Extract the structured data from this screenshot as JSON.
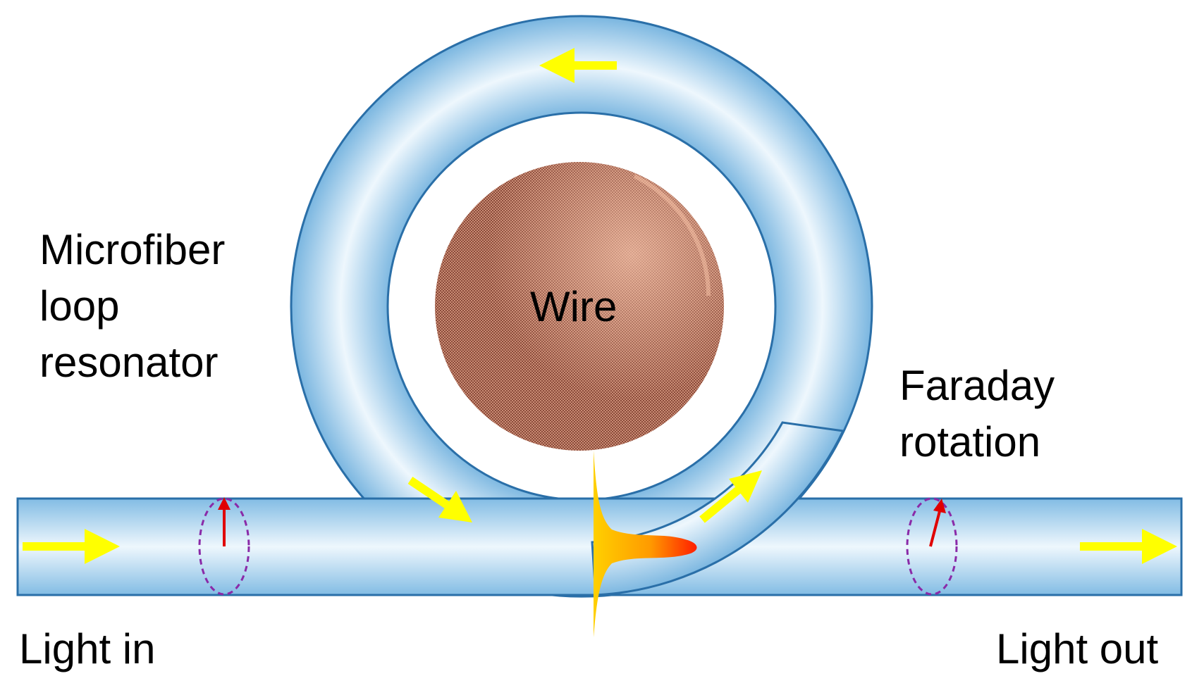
{
  "labels": {
    "wire": "Wire",
    "resonator": [
      "Microfiber",
      "loop",
      "resonator"
    ],
    "faraday": [
      "Faraday",
      "rotation"
    ],
    "light_in": "Light in",
    "light_out": "Light out"
  },
  "colors": {
    "fiber_outline": "#2a6fa8",
    "fiber_edge": "#7fb8e2",
    "fiber_center": "#eef7fd",
    "wire_fill": "#b8735f",
    "wire_highlight": "#f0b79c",
    "flow_arrow": "#ffff00",
    "polarization_arrow": "#e00000",
    "polarization_ellipse": "#8a2aa8",
    "field_warm": "#ff2000",
    "field_light": "#ffd000"
  },
  "icons": {
    "flow": "yellow-flow-arrow",
    "polarization": "red-polarization-arrow"
  }
}
